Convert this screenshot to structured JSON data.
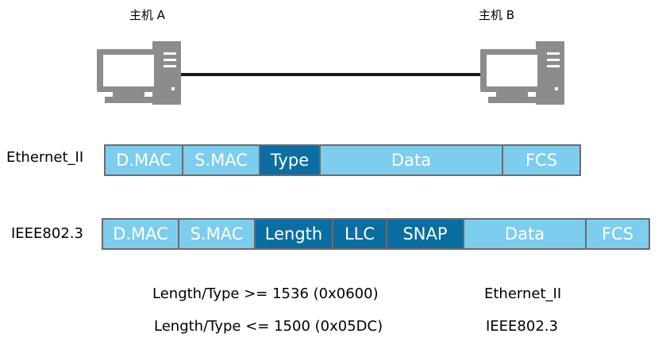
{
  "hosts": {
    "a_label": "主机 A",
    "b_label": "主机 B"
  },
  "frames": {
    "ethernet2": {
      "label": "Ethernet_II",
      "fields": [
        "D.MAC",
        "S.MAC",
        "Type",
        "Data",
        "FCS"
      ]
    },
    "ieee8023": {
      "label": "IEEE802.3",
      "fields": [
        "D.MAC",
        "S.MAC",
        "Length",
        "LLC",
        "SNAP",
        "Data",
        "FCS"
      ]
    }
  },
  "rules": [
    {
      "condition": "Length/Type >= 1536 (0x0600)",
      "result": "Ethernet_II"
    },
    {
      "condition": "Length/Type <= 1500 (0x05DC)",
      "result": "IEEE802.3"
    }
  ],
  "colors": {
    "field_light": "#7dcdee",
    "field_dark": "#0a6ea3",
    "computer_gray": "#8c8c8c",
    "link": "#1a1a1a"
  }
}
